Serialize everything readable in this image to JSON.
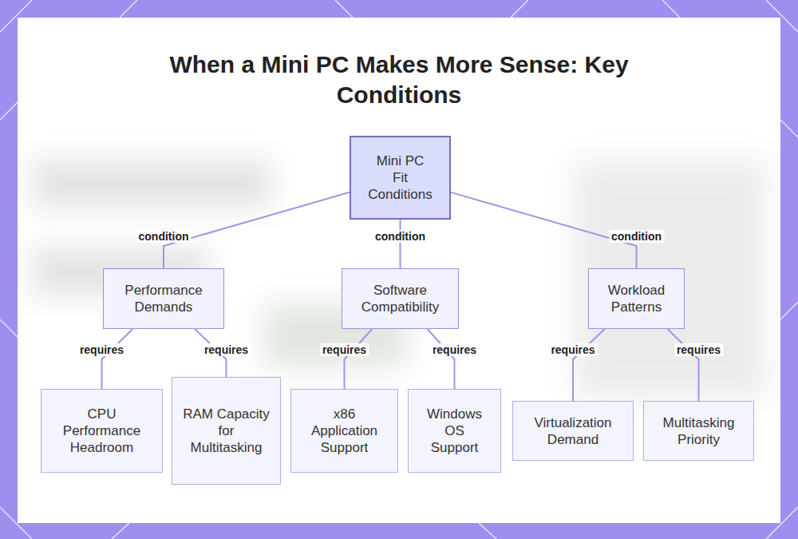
{
  "diagram": {
    "title": "When a Mini PC Makes More Sense: Key Conditions",
    "nodes": [
      {
        "text": [
          "Mini PC Fit Conditions"
        ]
      },
      {
        "text": [
          "Performance Demands"
        ]
      },
      {
        "text": [
          "Software Compatibility"
        ]
      },
      {
        "text": [
          "Workload Patterns"
        ]
      },
      {
        "text": [
          "CPU Performance Headroom"
        ]
      },
      {
        "text": [
          "RAM Capacity for Multitasking"
        ]
      },
      {
        "text": [
          "x86 Application Support"
        ]
      },
      {
        "text": [
          "Windows OS Support"
        ]
      },
      {
        "text": [
          "Virtualization Demand"
        ]
      },
      {
        "text": [
          "Multitasking Priority"
        ]
      }
    ],
    "edges": [
      {
        "from": 0,
        "to": 1,
        "label": "condition",
        "arrow": "none"
      },
      {
        "from": 0,
        "to": 2,
        "label": "condition",
        "arrow": "none"
      },
      {
        "from": 0,
        "to": 3,
        "label": "condition",
        "arrow": "none"
      },
      {
        "from": 1,
        "to": 4,
        "label": "requires",
        "arrow": "none"
      },
      {
        "from": 1,
        "to": 5,
        "label": "requires",
        "arrow": "none"
      },
      {
        "from": 2,
        "to": 6,
        "label": "requires",
        "arrow": "none"
      },
      {
        "from": 2,
        "to": 7,
        "label": "requires",
        "arrow": "none"
      },
      {
        "from": 3,
        "to": 8,
        "label": "requires",
        "arrow": "none"
      },
      {
        "from": 3,
        "to": 9,
        "label": "requires",
        "arrow": "none"
      }
    ]
  }
}
